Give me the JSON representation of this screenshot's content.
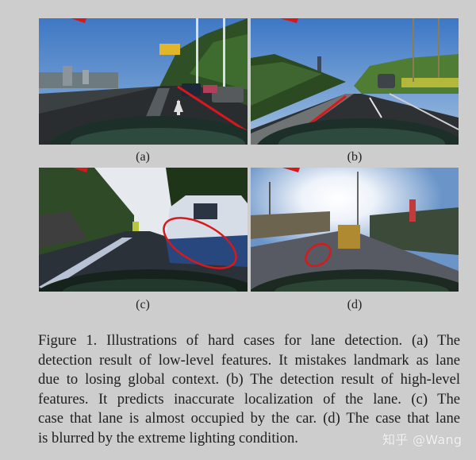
{
  "figure": {
    "panels": [
      {
        "id": "a",
        "label": "(a)",
        "description": "Highway dash-cam view; red detected lane line drawn diagonally across right lane (mistakes landmark as lane)"
      },
      {
        "id": "b",
        "label": "(b)",
        "description": "Highway dash-cam view with roadside trees; red detected lane line along left edge (inaccurate localization)"
      },
      {
        "id": "c",
        "label": "(c)",
        "description": "Urban road; white-blue van occupying lane, highlighted with red ellipse"
      },
      {
        "id": "d",
        "label": "(d)",
        "description": "Road with strong sun glare; lane blurred, highlighted with red ellipse"
      }
    ],
    "caption": {
      "lines": [
        "Figure 1.  Illustrations of hard cases for lane detection.  (a) The",
        "detection result of low-level features. It mistakes landmark as lane",
        "due to losing global context. (b) The detection result of high-level",
        "features.  It predicts inaccurate localization of the lane.  (c) The",
        "case that lane is almost occupied by the car. (d) The case that lane",
        "is blurred by the extreme lighting condition."
      ]
    }
  },
  "watermark": "知乎 @Wang",
  "colors": {
    "background": "#cdcdcd",
    "highlight_red": "#d8191c",
    "sky": "#4f86c8"
  }
}
